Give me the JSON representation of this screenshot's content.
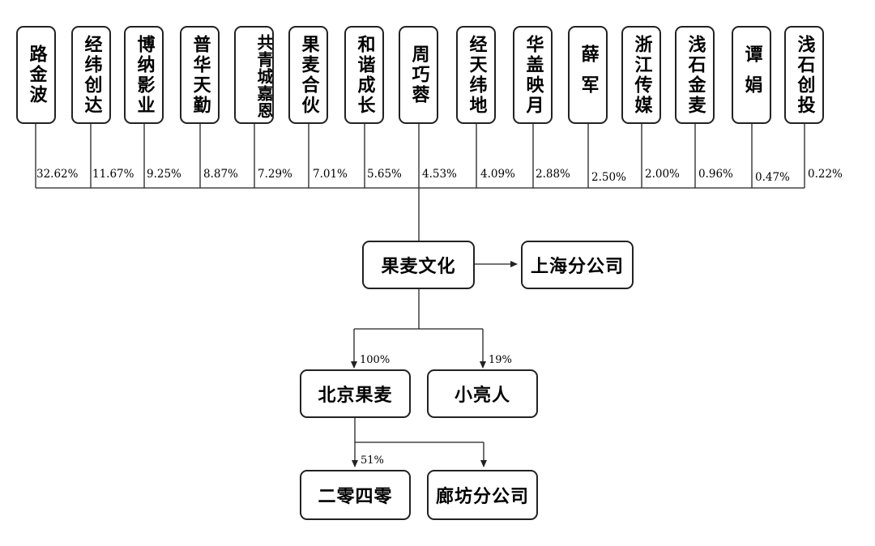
{
  "shareholders": [
    {
      "name": "路金波",
      "pct": "32.62%"
    },
    {
      "name": "经纬创达",
      "pct": "11.67%"
    },
    {
      "name": "博纳影业",
      "pct": "9.25%"
    },
    {
      "name": "普华天勤",
      "pct": "8.87%"
    },
    {
      "name": "共青城嘉恩",
      "pct": "7.29%"
    },
    {
      "name": "果麦合伙",
      "pct": "7.01%"
    },
    {
      "name": "和谐成长",
      "pct": "5.65%"
    },
    {
      "name": "周巧蓉",
      "pct": "4.53%"
    },
    {
      "name": "经天纬地",
      "pct": "4.09%"
    },
    {
      "name": "华盖映月",
      "pct": "2.88%"
    },
    {
      "name": "薛军",
      "pct": "2.50%"
    },
    {
      "name": "浙江传媒",
      "pct": "2.00%"
    },
    {
      "name": "浅石金麦",
      "pct": "0.96%"
    },
    {
      "name": "谭娟",
      "pct": "0.47%"
    },
    {
      "name": "浅石创投",
      "pct": "0.22%"
    }
  ],
  "company": {
    "name": "果麦文化"
  },
  "branch_shanghai": {
    "name": "上海分公司"
  },
  "beijing": {
    "name": "北京果麦",
    "pct": "100%"
  },
  "xiaoliangren": {
    "name": "小亮人",
    "pct": "19%"
  },
  "erlingsiling": {
    "name": "二零四零",
    "pct": "51%"
  },
  "branch_langfang": {
    "name": "廊坊分公司"
  }
}
